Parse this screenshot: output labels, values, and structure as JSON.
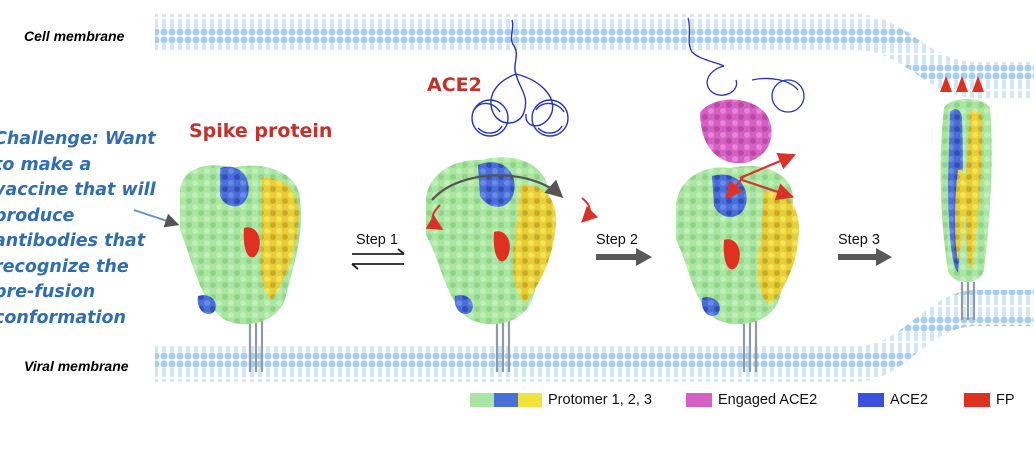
{
  "labels": {
    "cell_membrane": "Cell membrane",
    "viral_membrane": "Viral membrane",
    "spike_protein": "Spike protein",
    "ace2_top": "ACE2",
    "challenge_lines": [
      "Challenge: Want",
      "to make a",
      "vaccine that will",
      "produce",
      "antibodies that",
      "recognize the",
      "pre-fusion",
      "conformation"
    ]
  },
  "steps": {
    "step1": "Step 1",
    "step2": "Step 2",
    "step3": "Step 3"
  },
  "legend": {
    "protomer": "Protomer 1, 2, 3",
    "engaged_ace2": "Engaged ACE2",
    "ace2": "ACE2",
    "fp": "FP"
  },
  "colors": {
    "protomer1": "#a9e6a1",
    "protomer2": "#4a6fd9",
    "protomer3": "#f2e23c",
    "engaged_ace2": "#d65fc4",
    "ace2": "#3b4fe0",
    "fp": "#e03020",
    "lipid": "#a7cde9",
    "challenge_text": "#2f6db4",
    "title_red": "#c4302b"
  }
}
